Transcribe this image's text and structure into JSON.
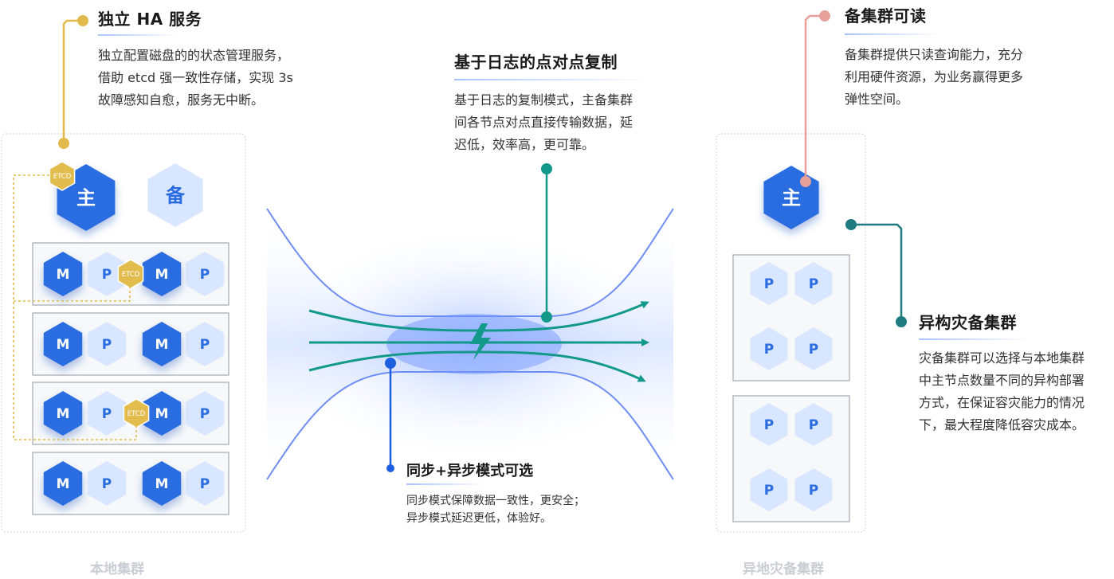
{
  "features": {
    "ha": {
      "title": "独立 HA 服务",
      "lines": [
        "独立配置磁盘的的状态管理服务，",
        "借助 etcd 强一致性存储，实现 3s",
        "故障感知自愈，服务无中断。"
      ],
      "color": "#e0bb4b"
    },
    "replication": {
      "title": "基于日志的点对点复制",
      "lines": [
        "基于日志的复制模式，主备集群",
        "间各节点对点直接传输数据，延",
        "迟低，效率高，更可靠。"
      ],
      "color": "#13998a"
    },
    "sync": {
      "title": "同步+异步模式可选",
      "lines": [
        "同步模式保障数据一致性，更安全；",
        "异步模式延迟更低，体验好。"
      ],
      "color": "#1e5fe0"
    },
    "readable": {
      "title": "备集群可读",
      "lines": [
        "备集群提供只读查询能力，充分",
        "利用硬件资源，为业务赢得更多",
        "弹性空间。"
      ],
      "color": "#e7a19a"
    },
    "hetero": {
      "title": "异构灾备集群",
      "lines": [
        "灾备集群可以选择与本地集群",
        "中主节点数量不同的异构部署",
        "方式，在保证容灾能力的情况",
        "下，最大程度降低容灾成本。"
      ],
      "color": "#1f7b80"
    }
  },
  "local_cluster": {
    "caption": "本地集群",
    "primary_label": "主",
    "standby_label": "备",
    "etcd_label": "ETCD",
    "rows": [
      [
        {
          "label": "M",
          "kind": "master"
        },
        {
          "label": "P",
          "kind": "peer"
        },
        {
          "label": "M",
          "kind": "master"
        },
        {
          "label": "P",
          "kind": "peer"
        }
      ],
      [
        {
          "label": "M",
          "kind": "master"
        },
        {
          "label": "P",
          "kind": "peer"
        },
        {
          "label": "M",
          "kind": "master"
        },
        {
          "label": "P",
          "kind": "peer"
        }
      ],
      [
        {
          "label": "M",
          "kind": "master"
        },
        {
          "label": "P",
          "kind": "peer"
        },
        {
          "label": "M",
          "kind": "master"
        },
        {
          "label": "P",
          "kind": "peer"
        }
      ],
      [
        {
          "label": "M",
          "kind": "master"
        },
        {
          "label": "P",
          "kind": "peer"
        },
        {
          "label": "M",
          "kind": "master"
        },
        {
          "label": "P",
          "kind": "peer"
        }
      ]
    ]
  },
  "remote_cluster": {
    "caption": "异地灾备集群",
    "primary_label": "主",
    "groups": [
      [
        "P",
        "P",
        "P",
        "P"
      ],
      [
        "P",
        "P",
        "P",
        "P"
      ]
    ]
  },
  "colors": {
    "master_fill": "#2a6de0",
    "peer_fill": "#d9e6ff",
    "peer_text": "#2a6de0",
    "etcd_fill": "#e3bc4e",
    "flow_line": "#13998a",
    "bolt": "#13998a"
  }
}
